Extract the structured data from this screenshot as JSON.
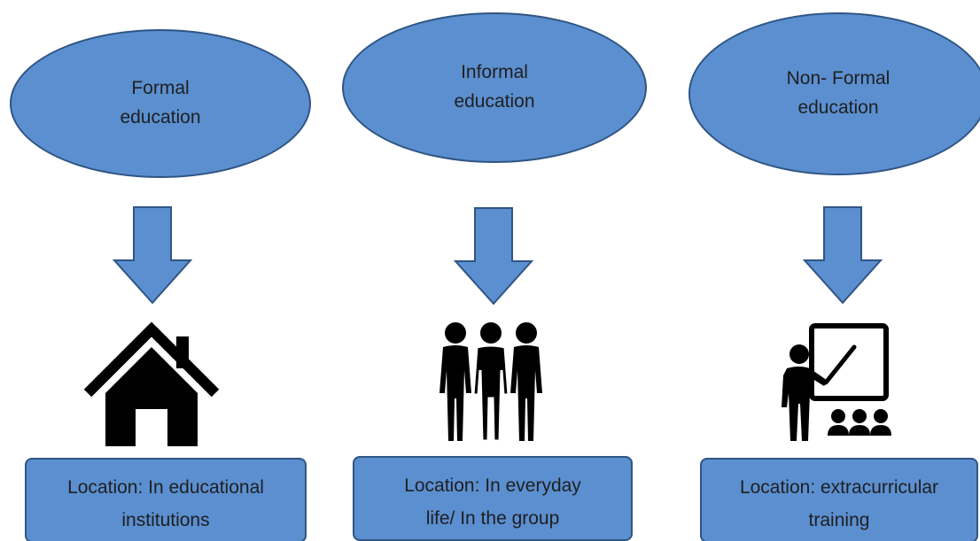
{
  "nodes": [
    {
      "title_line1": "Formal",
      "title_line2": "education",
      "icon": "house-icon",
      "location_line1": "Location: In educational",
      "location_line2": "institutions"
    },
    {
      "title_line1": "Informal",
      "title_line2": "education",
      "icon": "group-of-people-icon",
      "location_line1": "Location: In everyday",
      "location_line2": "life/ In the group"
    },
    {
      "title_line1": "Non- Formal",
      "title_line2": "education",
      "icon": "teacher-presentation-icon",
      "location_line1": "Location: extracurricular",
      "location_line2": "training"
    }
  ],
  "colors": {
    "shape_fill": "#5b8fd0",
    "shape_border": "#2f5584",
    "icon": "#000000"
  }
}
